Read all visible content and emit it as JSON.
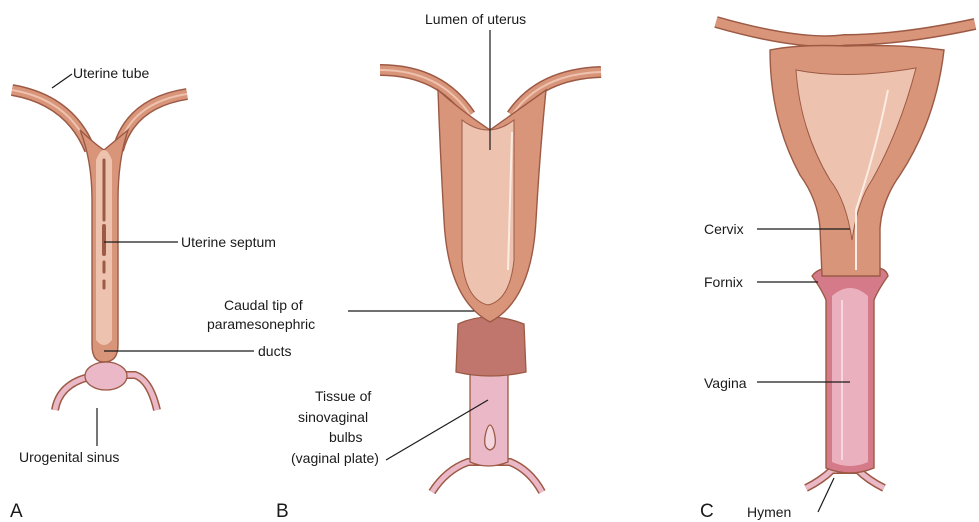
{
  "panels": {
    "a": "A",
    "b": "B",
    "c": "C"
  },
  "labels": {
    "uterine_tube": "Uterine tube",
    "uterine_septum": "Uterine septum",
    "caudal_tip_line1": "Caudal tip of",
    "caudal_tip_line2": "paramesonephric",
    "caudal_tip_line3": "ducts",
    "urogenital_sinus": "Urogenital sinus",
    "lumen_of_uterus": "Lumen of uterus",
    "tissue_line1": "Tissue of",
    "tissue_line2": "sinovaginal",
    "tissue_line3": "bulbs",
    "tissue_line4": "(vaginal plate)",
    "cervix": "Cervix",
    "fornix": "Fornix",
    "vagina": "Vagina",
    "hymen": "Hymen"
  },
  "colors": {
    "tissue": "#d9957a",
    "outline": "#9c5a45",
    "lumen": "#edc2ae",
    "sinus": "#eab8c6",
    "bulb_dark": "#c0766c",
    "vagina_wall": "#d47a88",
    "vagina_lumen": "#ebb0bd"
  }
}
